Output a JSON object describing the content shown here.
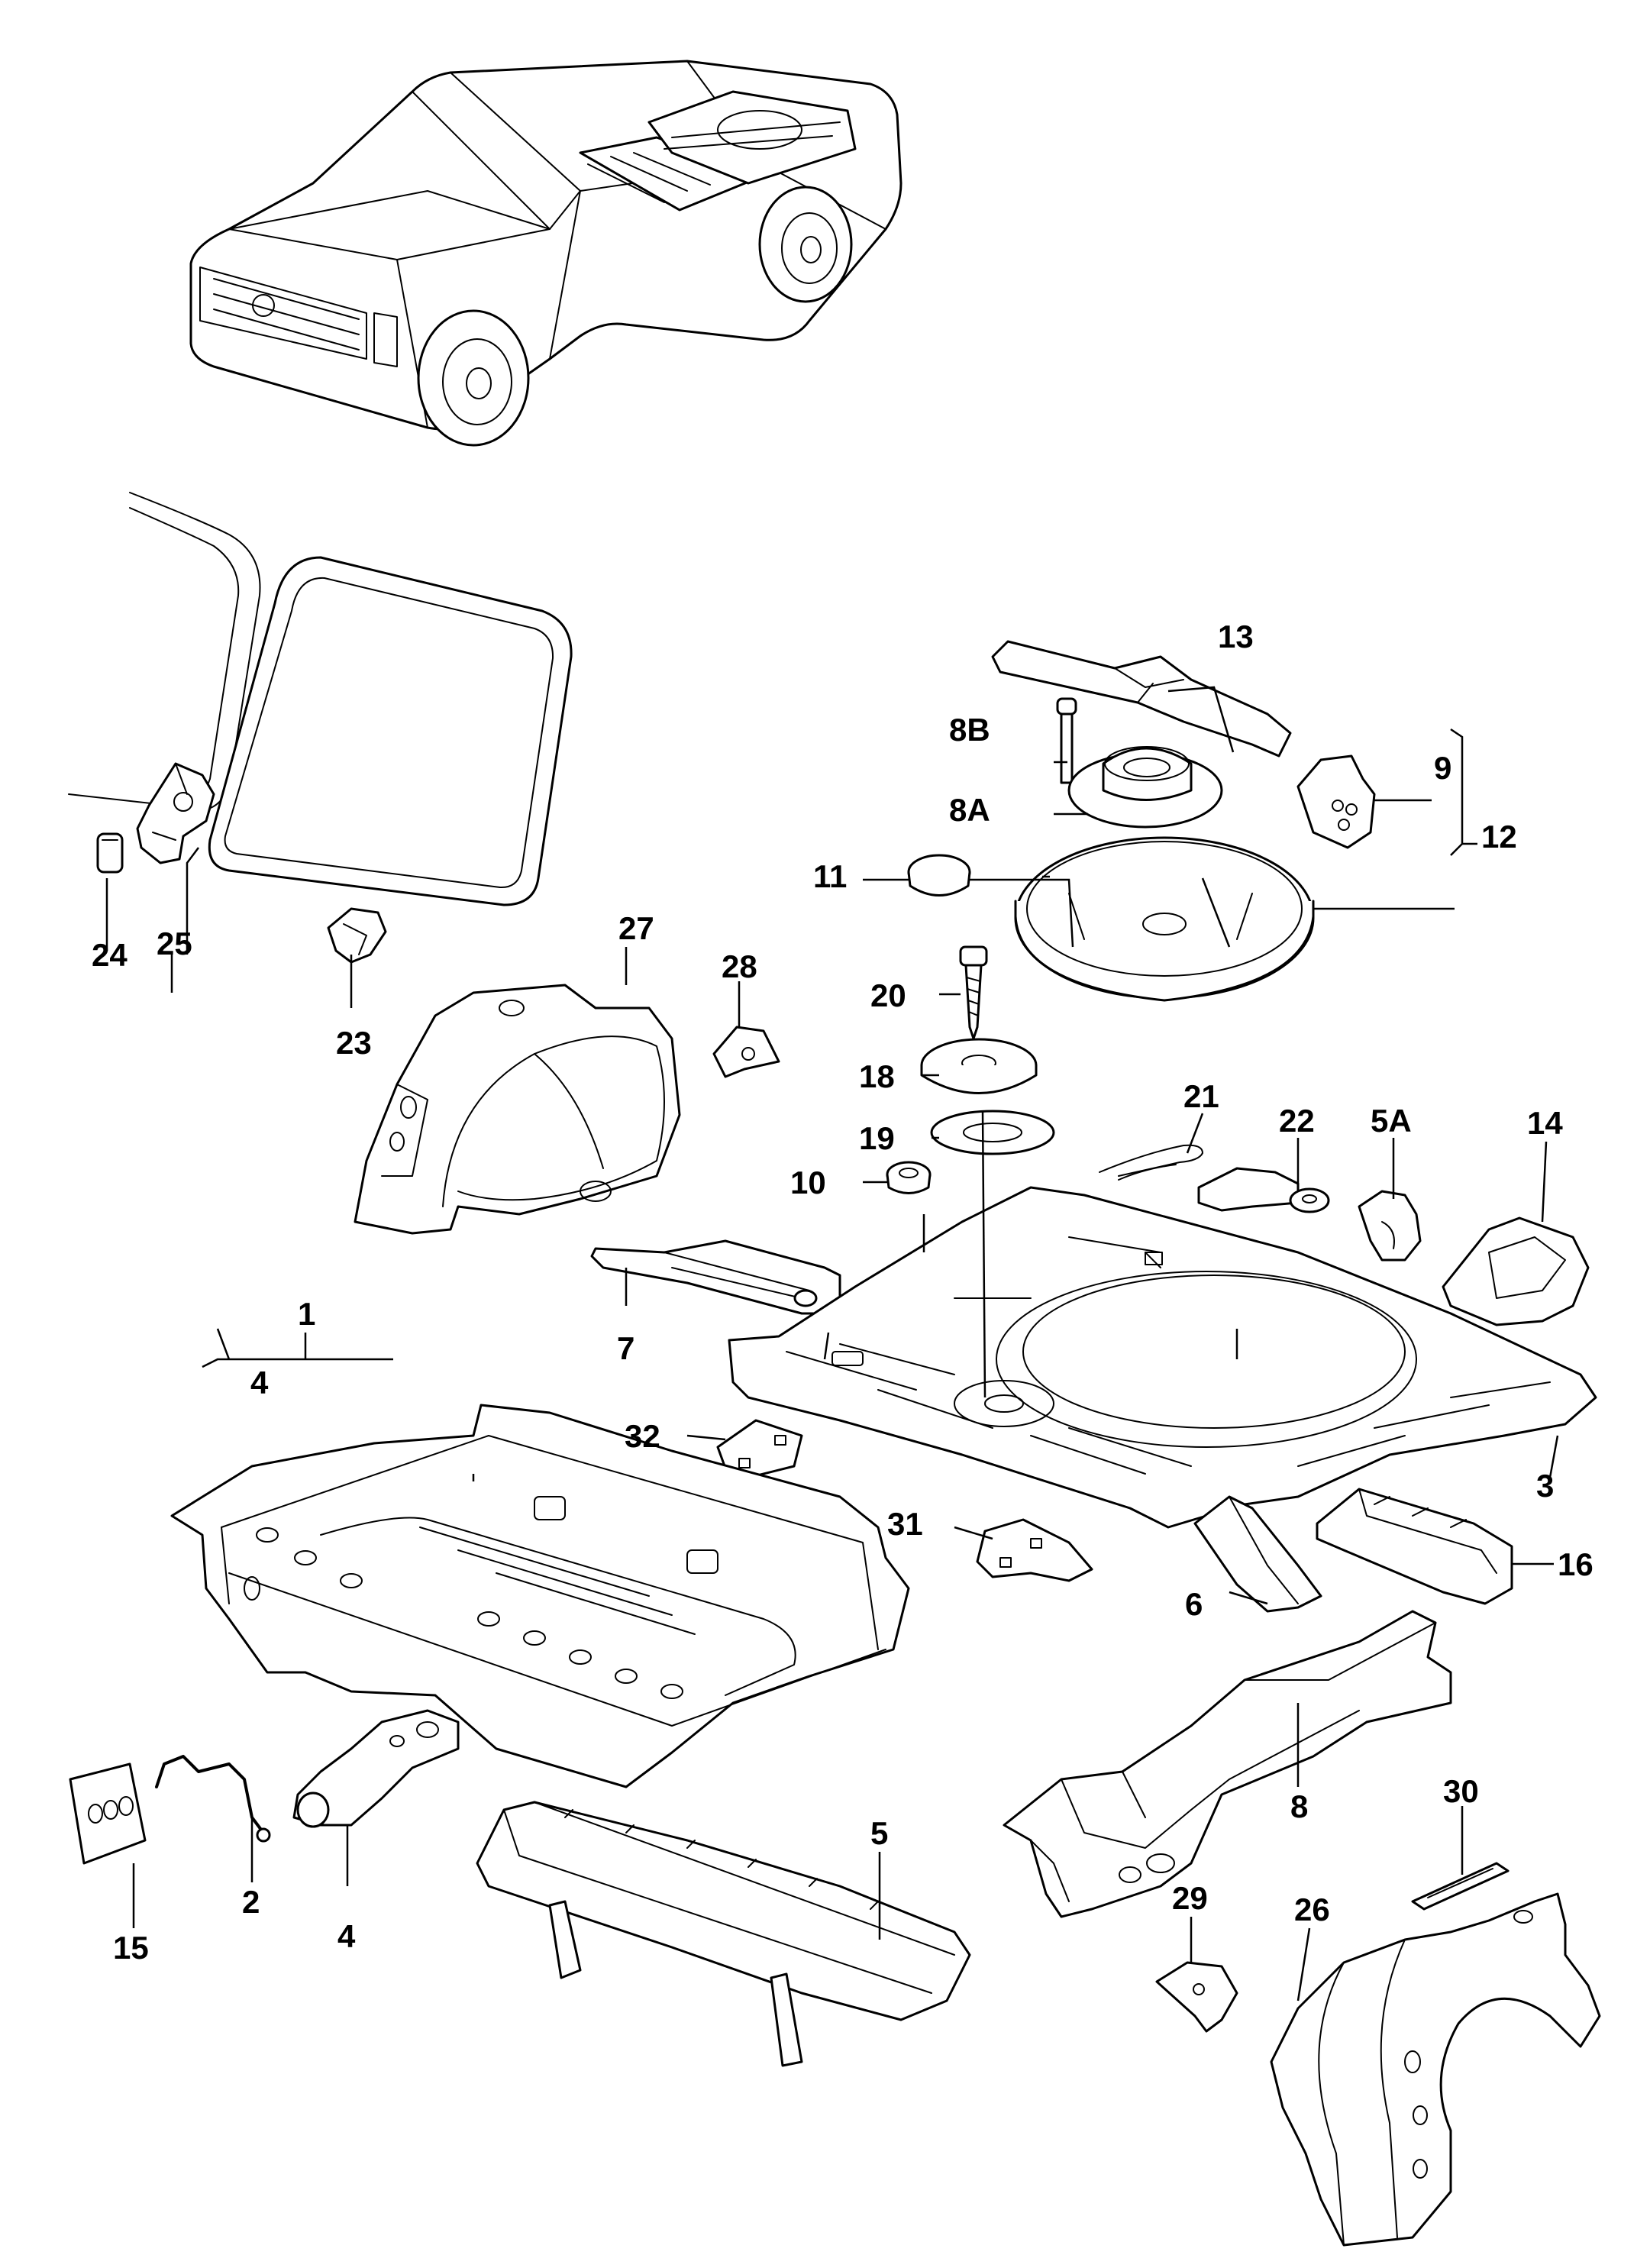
{
  "diagram": {
    "labels": {
      "l1": "1",
      "l2": "2",
      "l3": "3",
      "l4a": "4",
      "l4b": "4",
      "l5": "5",
      "l5A": "5A",
      "l6": "6",
      "l7": "7",
      "l8": "8",
      "l8A": "8A",
      "l8B": "8B",
      "l9": "9",
      "l10": "10",
      "l11": "11",
      "l12": "12",
      "l13": "13",
      "l14": "14",
      "l15": "15",
      "l16": "16",
      "l18": "18",
      "l19": "19",
      "l20": "20",
      "l21": "21",
      "l22": "22",
      "l23": "23",
      "l24": "24",
      "l25": "25",
      "l26": "26",
      "l27": "27",
      "l28": "28",
      "l29": "29",
      "l30": "30",
      "l31": "31",
      "l32": "32"
    }
  }
}
